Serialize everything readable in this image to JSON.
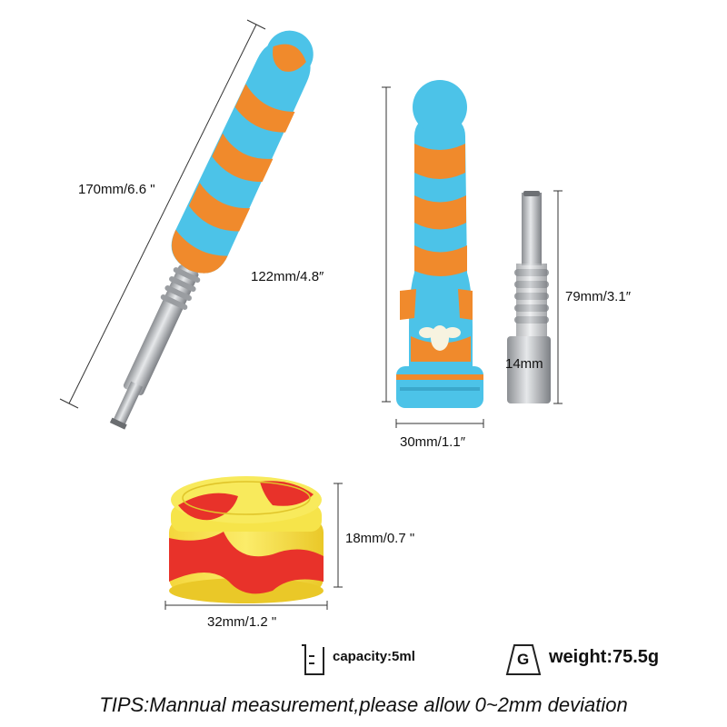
{
  "dimensions": {
    "total_length": "170mm/6.6 \"",
    "body_length": "122mm/4.8″",
    "tip_length": "79mm/3.1″",
    "tip_diameter": "14mm",
    "body_width": "30mm/1.1″",
    "jar_height": "18mm/0.7 \"",
    "jar_width": "32mm/1.2 \""
  },
  "specs": {
    "capacity": "capacity:5ml",
    "weight_icon_letter": "G",
    "weight": "weight:75.5g"
  },
  "tips": "TIPS:Mannual measurement,please allow 0~2mm deviation",
  "colors": {
    "blue": "#4cc3e8",
    "orange": "#f08a2c",
    "yellow": "#f6e44a",
    "red": "#e8322a",
    "steel": "#b9bcc0"
  },
  "icons": [
    "beaker-icon",
    "weight-icon"
  ]
}
